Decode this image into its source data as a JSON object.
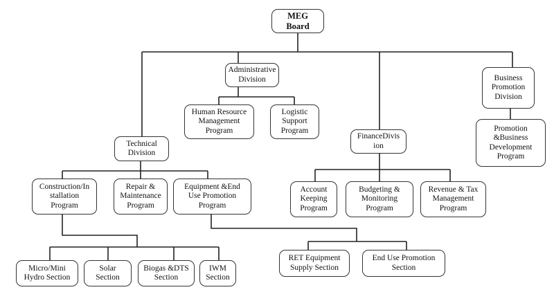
{
  "diagram": {
    "type": "organization-chart",
    "nodes": {
      "board": "MEG\nBoard",
      "admin": "Administrative\nDivision",
      "hr": "Human Resource\nManagement\nProgram",
      "logistic": "Logistic\nSupport\nProgram",
      "technical": "Technical\nDivision",
      "finance": "FinanceDivis\nion",
      "business": "Business\nPromotion\nDivision",
      "promo_bd": "Promotion\n&Business\nDevelopment\nProgram",
      "construction": "Construction/In\nstallation\nProgram",
      "repair": "Repair &\nMaintenance\nProgram",
      "equipment": "Equipment &End\nUse Promotion\nProgram",
      "account": "Account\nKeeping\nProgram",
      "budgeting": "Budgeting &\nMonitoring\nProgram",
      "revenue": "Revenue & Tax\nManagement\nProgram",
      "hydro": "Micro/Mini\nHydro Section",
      "solar": "Solar\nSection",
      "biogas": "Biogas &DTS\nSection",
      "iwm": "IWM\nSection",
      "ret": "RET Equipment\nSupply Section",
      "enduse": "End Use Promotion\nSection"
    },
    "edges": [
      [
        "board",
        "admin"
      ],
      [
        "board",
        "technical"
      ],
      [
        "board",
        "finance"
      ],
      [
        "board",
        "business"
      ],
      [
        "admin",
        "hr"
      ],
      [
        "admin",
        "logistic"
      ],
      [
        "business",
        "promo_bd"
      ],
      [
        "technical",
        "construction"
      ],
      [
        "technical",
        "repair"
      ],
      [
        "technical",
        "equipment"
      ],
      [
        "finance",
        "account"
      ],
      [
        "finance",
        "budgeting"
      ],
      [
        "finance",
        "revenue"
      ],
      [
        "construction",
        "hydro"
      ],
      [
        "construction",
        "solar"
      ],
      [
        "construction",
        "biogas"
      ],
      [
        "construction",
        "iwm"
      ],
      [
        "equipment",
        "ret"
      ],
      [
        "equipment",
        "enduse"
      ]
    ]
  }
}
